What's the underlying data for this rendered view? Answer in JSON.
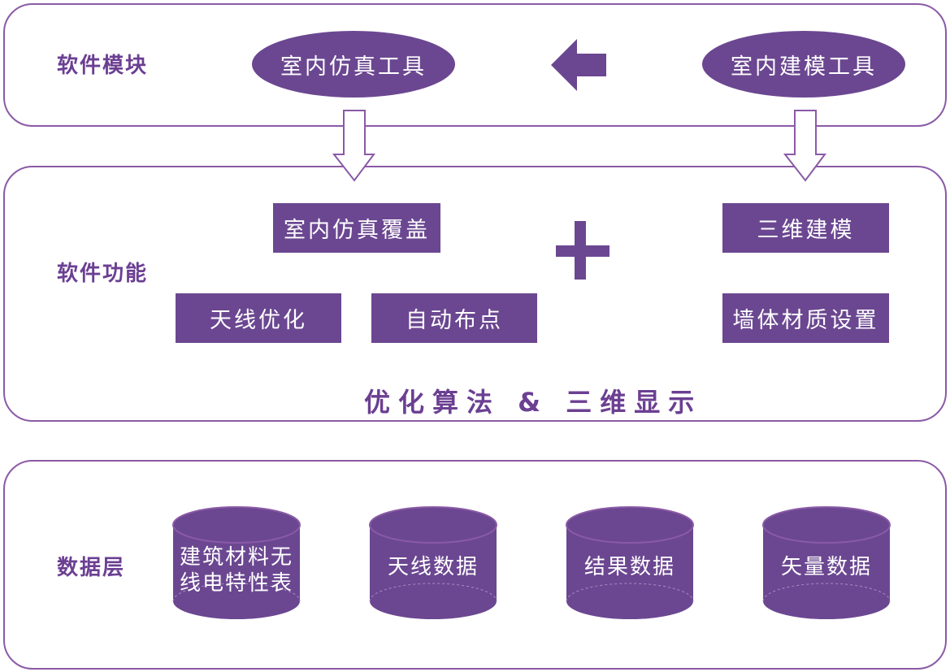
{
  "software_module": {
    "label": "软件模块",
    "sim_tool": "室内仿真工具",
    "model_tool": "室内建模工具"
  },
  "software_function": {
    "label": "软件功能",
    "coverage": "室内仿真覆盖",
    "antenna_opt": "天线优化",
    "auto_layout": "自动布点",
    "modeling_3d": "三维建模",
    "wall_material": "墙体材质设置",
    "footer": "优化算法 & 三维显示"
  },
  "data_layer": {
    "label": "数据层",
    "items": [
      "建筑材料无线电特性表",
      "天线数据",
      "结果数据",
      "矢量数据"
    ],
    "item_lines": [
      [
        "建筑材料无",
        "线电特性表"
      ],
      [
        "天线数据"
      ],
      [
        "结果数据"
      ],
      [
        "矢量数据"
      ]
    ]
  },
  "colors": {
    "fill": "#6b4791",
    "border": "#8a5aa6",
    "text_accent": "#6b3f92"
  },
  "icons": [
    "left-arrow-icon",
    "down-arrow-icon",
    "plus-icon",
    "cylinder-icon"
  ]
}
